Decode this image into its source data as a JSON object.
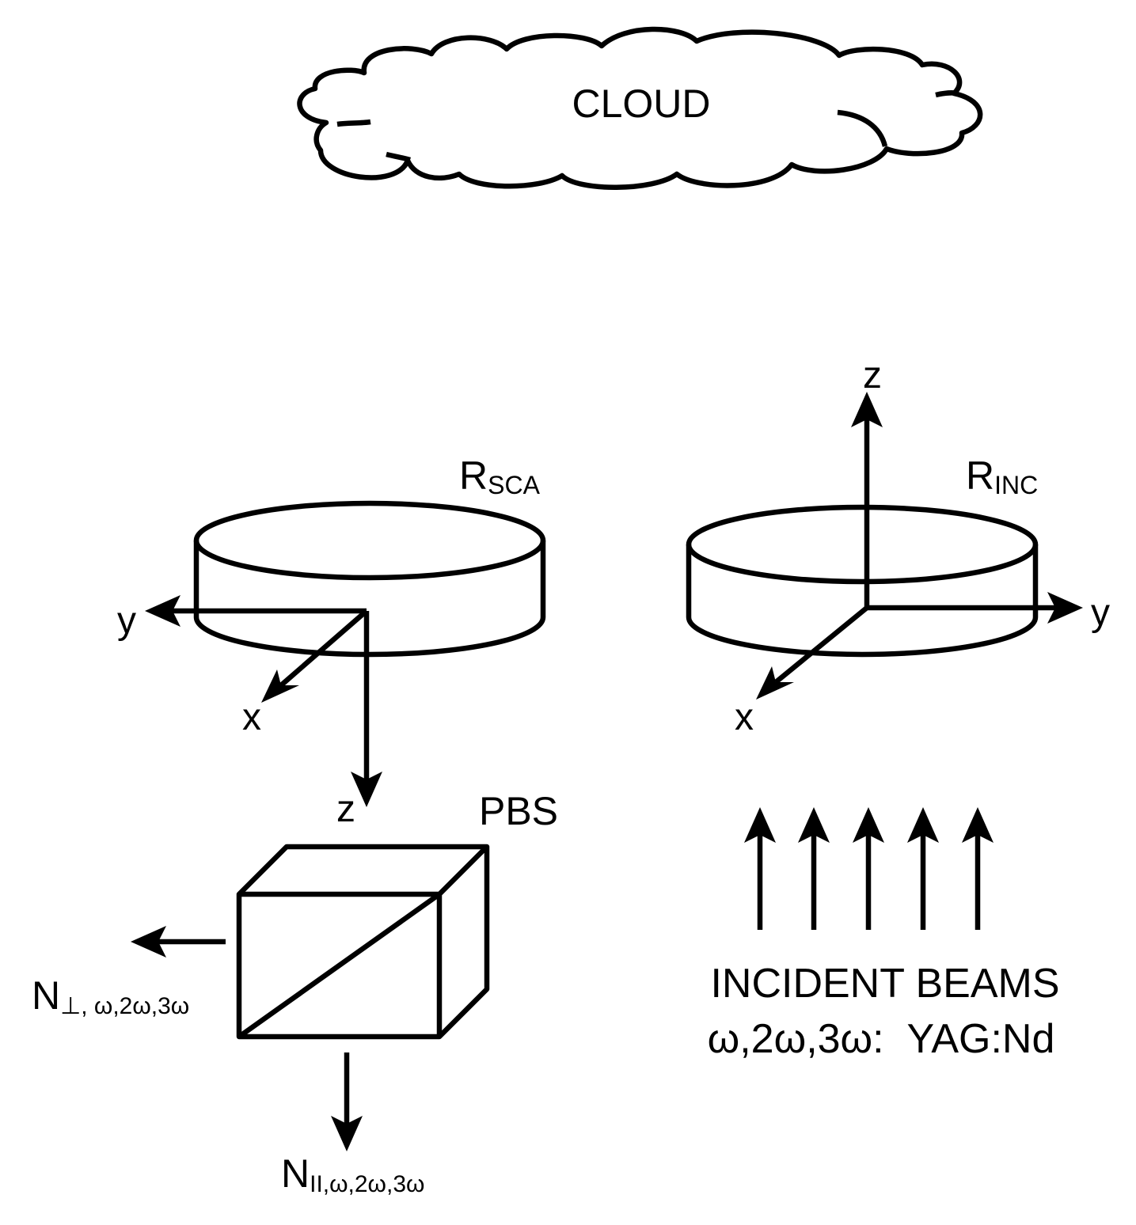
{
  "colors": {
    "ink": "#000000",
    "background": "#ffffff"
  },
  "cloud": {
    "label": "CLOUD"
  },
  "scatter_receiver": {
    "label_main": "R",
    "label_sub": "SCA",
    "axis_x": "x",
    "axis_y": "y",
    "axis_z": "z"
  },
  "incident_receiver": {
    "label_main": "R",
    "label_sub": "INC",
    "axis_x": "x",
    "axis_y": "y",
    "axis_z": "z"
  },
  "pbs": {
    "label": "PBS",
    "perp_output_main": "N",
    "perp_output_sub": "⊥, ω,2ω,3ω",
    "parallel_output_main": "N",
    "parallel_output_sub": "II,ω,2ω,3ω"
  },
  "incident_beams": {
    "line1": "INCIDENT BEAMS",
    "line2": "ω,2ω,3ω:  YAG:Nd"
  }
}
